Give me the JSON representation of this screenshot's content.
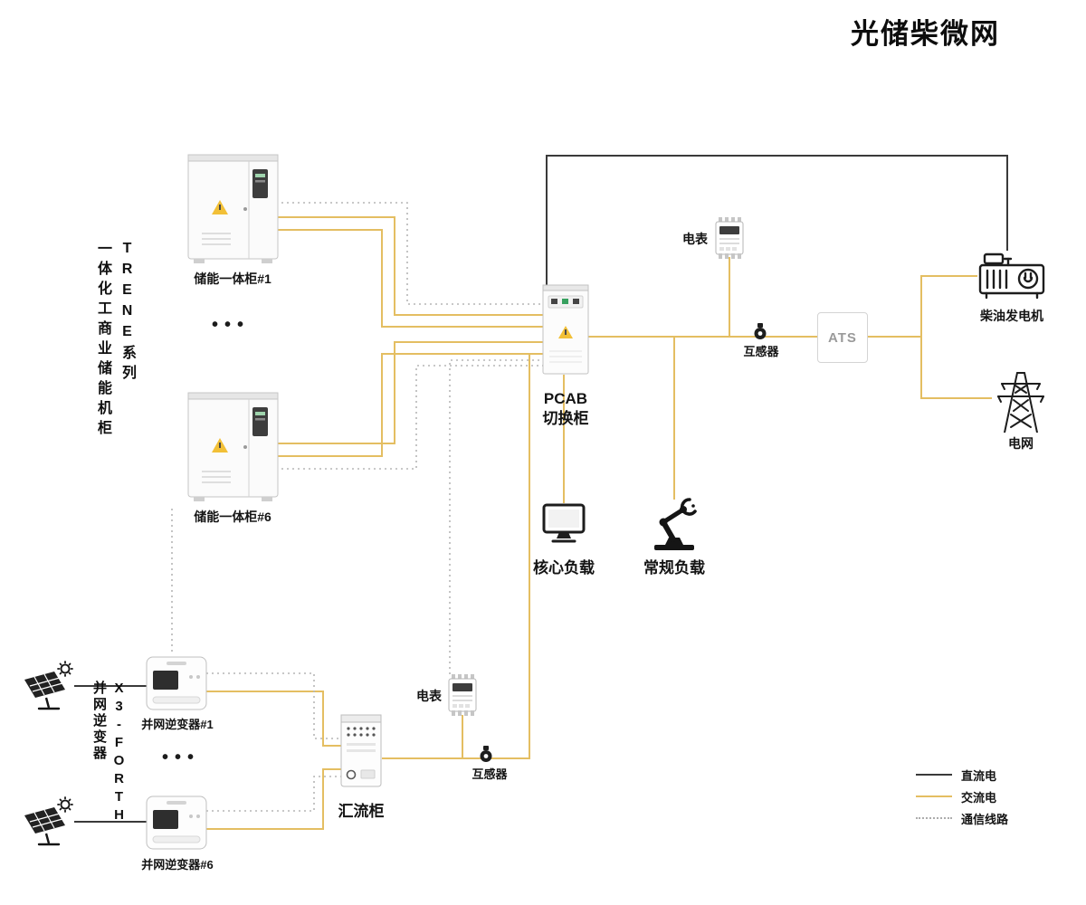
{
  "title": "光储柴微网",
  "colors": {
    "ac": "#E4BE62",
    "dc": "#3A3A3A",
    "comm": "#B6B6B6",
    "warning": "#F2C037"
  },
  "storage_group": {
    "series_vertical": "TRENE系列",
    "name_vertical": "一体化工商业储能机柜",
    "cabinet_1": "储能一体柜#1",
    "cabinet_6": "储能一体柜#6",
    "ellipsis": "•••"
  },
  "pcab": {
    "line1": "PCAB",
    "line2": "切换柜"
  },
  "top_meter": {
    "label": "电表"
  },
  "top_ct": {
    "label": "互感器"
  },
  "ats": {
    "label": "ATS"
  },
  "generator": {
    "label": "柴油发电机"
  },
  "grid": {
    "label": "电网"
  },
  "core_load": {
    "label": "核心负载"
  },
  "normal_load": {
    "label": "常规负载"
  },
  "pv_group": {
    "series_vertical": "X3-FORTH",
    "name_vertical": "并网逆变器",
    "inverter_1": "并网逆变器#1",
    "inverter_6": "并网逆变器#6",
    "ellipsis": "•••"
  },
  "combiner": {
    "label": "汇流柜"
  },
  "bottom_meter": {
    "label": "电表"
  },
  "bottom_ct": {
    "label": "互感器"
  },
  "legend": {
    "dc": "直流电",
    "ac": "交流电",
    "comm": "通信线路"
  }
}
